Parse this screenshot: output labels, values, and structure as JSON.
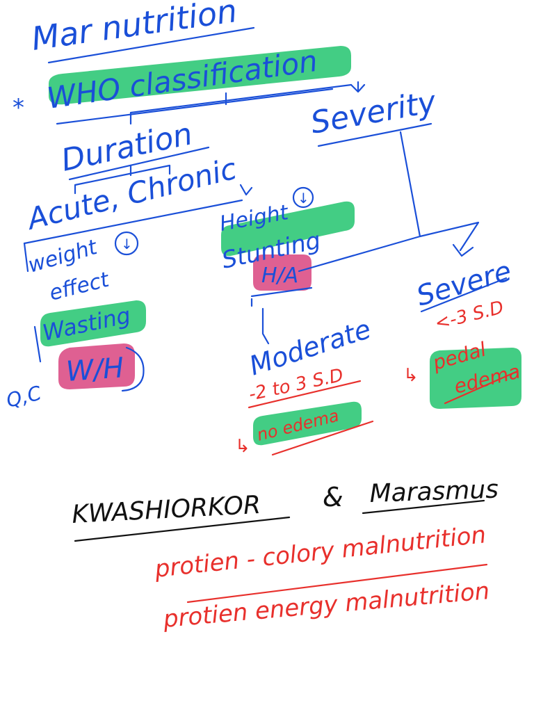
{
  "title": "Mar nutrition",
  "who_classification": "WHO classification",
  "duration": "Duration",
  "severity": "Severity",
  "acute_chronic": "Acute, Chronic",
  "weight_effect_1": "weight",
  "weight_effect_2": "effect",
  "wasting": "Wasting",
  "w_h": "W/H",
  "q_c": "Q,C",
  "height": "Height",
  "stunting": "Stunting",
  "h_a": "H/A",
  "moderate": "Moderate",
  "moderate_sd": "-2 to 3 S.D",
  "no_edema": "no edema",
  "severe": "Severe",
  "severe_sd": "<-3 S.D",
  "pedal_edema_1": "pedal",
  "pedal_edema_2": "edema",
  "kwashiorkor": "KWASHIORKOR",
  "ampersand": "&",
  "marasmus": "Marasmus",
  "red_line_1": "protien - colory malnutrition",
  "red_line_2": "protien energy malnutrition",
  "colors": {
    "ink_blue": "#1a4fd8",
    "ink_red": "#e8302c",
    "ink_black": "#111111",
    "highlight_green": "#22c46e",
    "highlight_pink": "#d9447f"
  }
}
